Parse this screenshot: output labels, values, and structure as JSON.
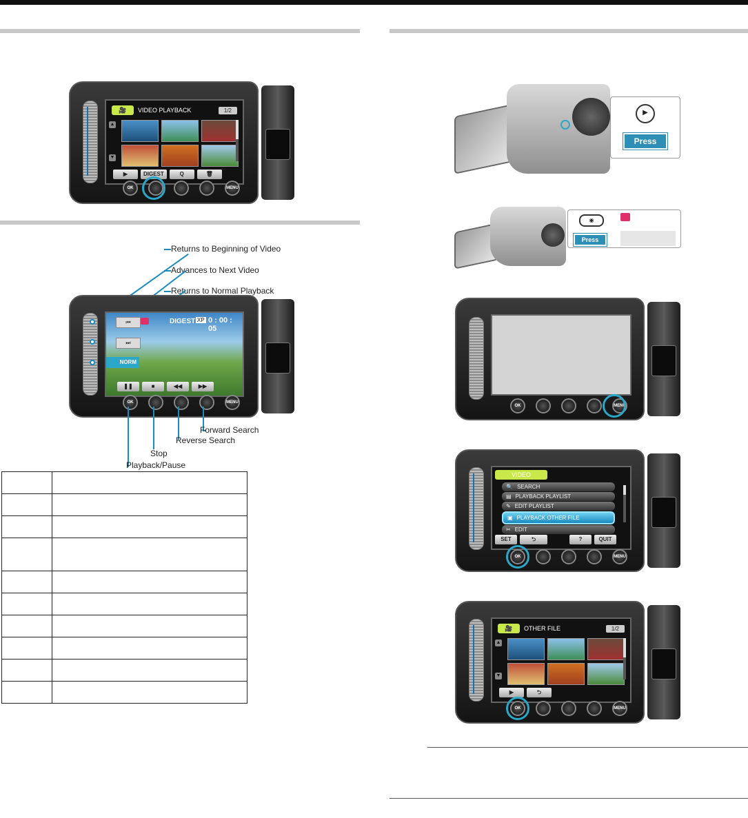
{
  "colors": {
    "accent": "#1a8bc0",
    "topbar": "#111111",
    "section_rule": "#c8c8c8"
  },
  "left_device_1": {
    "screen_title": "VIDEO PLAYBACK",
    "page_indicator": "1/2",
    "softkeys": [
      "▶",
      "DIGEST",
      "Q",
      "🗑"
    ],
    "hw_buttons": [
      "OK",
      "",
      "",
      "",
      "MENU"
    ]
  },
  "callouts": {
    "returns_beginning": "Returns to Beginning of Video",
    "advances_next": "Advances to Next Video",
    "returns_normal": "Returns to Normal Playback",
    "forward_search": "Forward Search",
    "reverse_search": "Reverse Search",
    "stop": "Stop",
    "playback_pause": "Playback/Pause"
  },
  "left_device_2": {
    "digest": "DIGEST",
    "mode": "XP",
    "timecode": "0 : 00 : 05",
    "norm": "NORM",
    "softkeys": [
      "❚❚",
      "■",
      "◀◀",
      "▶▶"
    ],
    "hw_buttons": [
      "OK",
      "",
      "",
      "",
      "MENU"
    ]
  },
  "table_rows": [
    "",
    "",
    "",
    "",
    "",
    "",
    "",
    "",
    "",
    ""
  ],
  "right_cam_1": {
    "press": "Press"
  },
  "right_cam_2": {
    "press": "Press"
  },
  "right_device_menu": {
    "tab": "VIDEO",
    "items": [
      "SEARCH",
      "PLAYBACK PLAYLIST",
      "EDIT PLAYLIST",
      "PLAYBACK OTHER FILE",
      "EDIT"
    ],
    "softkeys": [
      "SET",
      "⮌",
      "?",
      "QUIT"
    ],
    "hw_buttons": [
      "OK",
      "",
      "",
      "",
      "MENU"
    ]
  },
  "right_device_other": {
    "screen_title": "OTHER FILE",
    "page_indicator": "1/2",
    "softkeys": [
      "▶",
      "⮌"
    ],
    "hw_buttons": [
      "OK",
      "",
      "",
      "",
      "MENU"
    ]
  },
  "right_device_blank": {
    "hw_buttons": [
      "OK",
      "",
      "",
      "",
      "MENU"
    ]
  }
}
